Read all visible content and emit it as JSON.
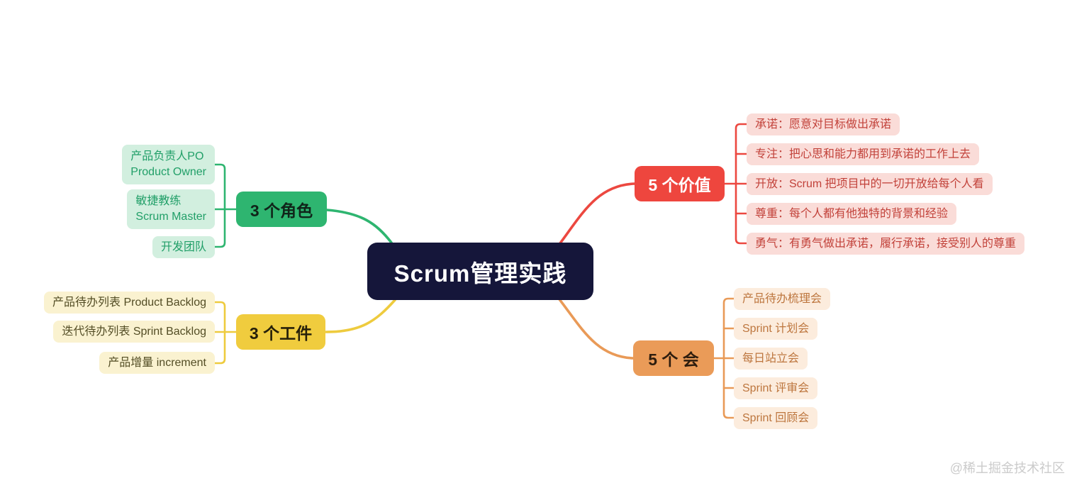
{
  "palette": {
    "center_bg": "#15163a",
    "center_text": "#ffffff",
    "roles_main": "#2eb570",
    "roles_child_bg": "#d2efdf",
    "roles_child_text": "#219f68",
    "artifacts_main": "#f0cc3e",
    "artifacts_child_bg": "#faf2d0",
    "artifacts_child_text": "#534d25",
    "values_main": "#ee463e",
    "values_child_bg": "#fadcd8",
    "values_child_text": "#c2423a",
    "meetings_main": "#ea9b58",
    "meetings_child_bg": "#fcecdd",
    "meetings_child_text": "#bd763e"
  },
  "watermark": "@稀土掘金技术社区",
  "mindmap": {
    "center": {
      "label": "Scrum管理实践"
    },
    "branches": [
      {
        "label": "3 个角色",
        "children": [
          "产品负责人PO\nProduct Owner",
          "敏捷教练\nScrum Master",
          "开发团队"
        ]
      },
      {
        "label": "3 个工件",
        "children": [
          "产品待办列表 Product Backlog",
          "迭代待办列表 Sprint Backlog",
          "产品增量 increment"
        ]
      },
      {
        "label": "5 个价值",
        "children": [
          "承诺：愿意对目标做出承诺",
          "专注：把心思和能力都用到承诺的工作上去",
          "开放：Scrum 把项目中的一切开放给每个人看",
          "尊重：每个人都有他独特的背景和经验",
          "勇气：有勇气做出承诺，履行承诺，接受别人的尊重"
        ]
      },
      {
        "label": "5 个 会",
        "children": [
          "产品待办梳理会",
          "Sprint 计划会",
          "每日站立会",
          "Sprint 评审会",
          "Sprint 回顾会"
        ]
      }
    ]
  }
}
